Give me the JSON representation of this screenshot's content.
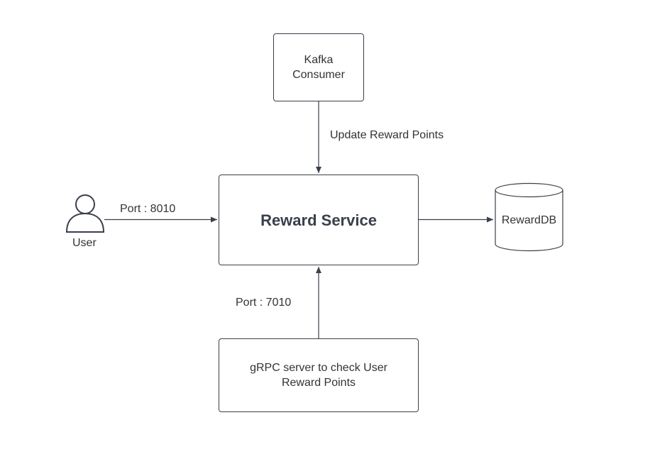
{
  "nodes": {
    "kafka": "Kafka\nConsumer",
    "reward_service": "Reward Service",
    "grpc": "gRPC server to check User\nReward Points",
    "database": "RewardDB"
  },
  "actors": {
    "user": "User"
  },
  "edges": {
    "kafka_to_service": "Update Reward Points",
    "user_to_service": "Port : 8010",
    "grpc_to_service": "Port : 7010"
  },
  "icons": {
    "user": "user-icon",
    "database": "database-cylinder-icon",
    "arrow": "arrowhead-icon"
  },
  "colors": {
    "stroke": "#3a3f4a",
    "text": "#333333",
    "background": "#ffffff"
  }
}
